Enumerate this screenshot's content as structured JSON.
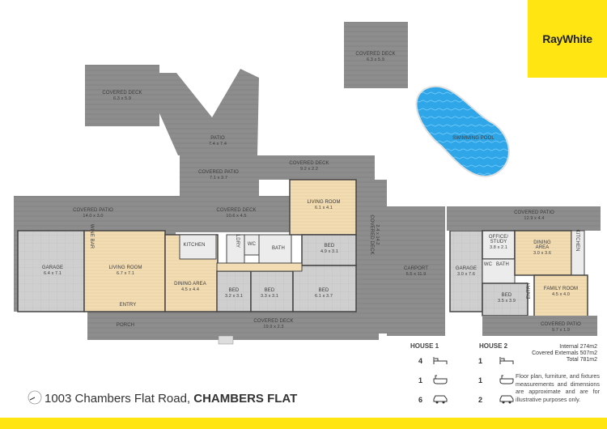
{
  "brand": {
    "name": "RayWhite",
    "color": "#ffe512"
  },
  "address": {
    "street": "1003 Chambers Flat Road, ",
    "suburb": "CHAMBERS FLAT"
  },
  "rooms": {
    "covered_deck_nw": {
      "name": "COVERED DECK",
      "dims": "6.3 x 5.9"
    },
    "covered_deck_ne": {
      "name": "COVERED DECK",
      "dims": "6.3 x 5.9"
    },
    "patio": {
      "name": "PATIO",
      "dims": "7.4 x 7.4"
    },
    "covered_patio_mid": {
      "name": "COVERED PATIO",
      "dims": "7.1 x 3.7"
    },
    "covered_deck_top": {
      "name": "COVERED DECK",
      "dims": "9.2 x 2.2"
    },
    "covered_patio_left": {
      "name": "COVERED PATIO",
      "dims": "14.0 x 3.0"
    },
    "covered_deck_center": {
      "name": "COVERED DECK",
      "dims": "10.6 x 4.5"
    },
    "living_room_upper": {
      "name": "LIVING ROOM",
      "dims": "6.1 x 4.1"
    },
    "covered_deck_vertical": {
      "name": "COVERED DECK",
      "dims": "2.4 x 14.2"
    },
    "garage_1": {
      "name": "GARAGE",
      "dims": "6.4 x 7.1"
    },
    "living_room_main": {
      "name": "LIVING ROOM",
      "dims": "6.7 x 7.1"
    },
    "entry_1": {
      "name": "ENTRY"
    },
    "kitchen_1": {
      "name": "KITCHEN"
    },
    "ldry": {
      "name": "LDRY"
    },
    "wc_1": {
      "name": "WC"
    },
    "bath_1": {
      "name": "BATH"
    },
    "bed_4": {
      "name": "BED",
      "dims": "4.9 x 3.1"
    },
    "dining_area_1": {
      "name": "DINING AREA",
      "dims": "4.5 x 4.4"
    },
    "bed_1": {
      "name": "BED",
      "dims": "3.2 x 3.1"
    },
    "bed_2": {
      "name": "BED",
      "dims": "3.3 x 3.1"
    },
    "bed_3": {
      "name": "BED",
      "dims": "6.1 x 3.7"
    },
    "porch": {
      "name": "PORCH"
    },
    "covered_deck_bottom": {
      "name": "COVERED DECK",
      "dims": "19.9 x 2.3"
    },
    "carport": {
      "name": "CARPORT",
      "dims": "5.5 x 11.9"
    },
    "garage_2": {
      "name": "GARAGE",
      "dims": "3.0 x 7.6"
    },
    "covered_patio_h2": {
      "name": "COVERED PATIO",
      "dims": "12.9 x 4.4"
    },
    "office": {
      "name": "OFFICE/",
      "name2": "STUDY",
      "dims": "3.8 x 2.1"
    },
    "dining_area_2": {
      "name": "DINING",
      "name2": "AREA",
      "dims": "3.0 x 3.6"
    },
    "kitchen_2": {
      "name": "KITCHEN"
    },
    "wc_2": {
      "name": "WC"
    },
    "bath_2": {
      "name": "BATH"
    },
    "bed_h2": {
      "name": "BED",
      "dims": "3.5 x 3.9"
    },
    "entry_2": {
      "name": "ENTRY"
    },
    "family_room": {
      "name": "FAMILY ROOM",
      "dims": "4.5 x 4.0"
    },
    "covered_patio_small": {
      "name": "COVERED PATIO",
      "dims": "9.7 x 1.9"
    },
    "swimming_pool": {
      "name": "SWIMMING POOL"
    },
    "wine_bar": {
      "name": "WINE BAR"
    }
  },
  "summary": {
    "house1_label": "HOUSE 1",
    "house2_label": "HOUSE 2",
    "house1": {
      "beds": "4",
      "baths": "1",
      "cars": "6"
    },
    "house2": {
      "beds": "1",
      "baths": "1",
      "cars": "2"
    }
  },
  "areas": {
    "internal": "Internal  274m2",
    "covered": "Covered Externals 507m2",
    "total": "Total 781m2"
  },
  "disclaimer": "Floor plan, furniture, and fixtures measurements and dimensions are approximate and are for illustrative purposes only."
}
